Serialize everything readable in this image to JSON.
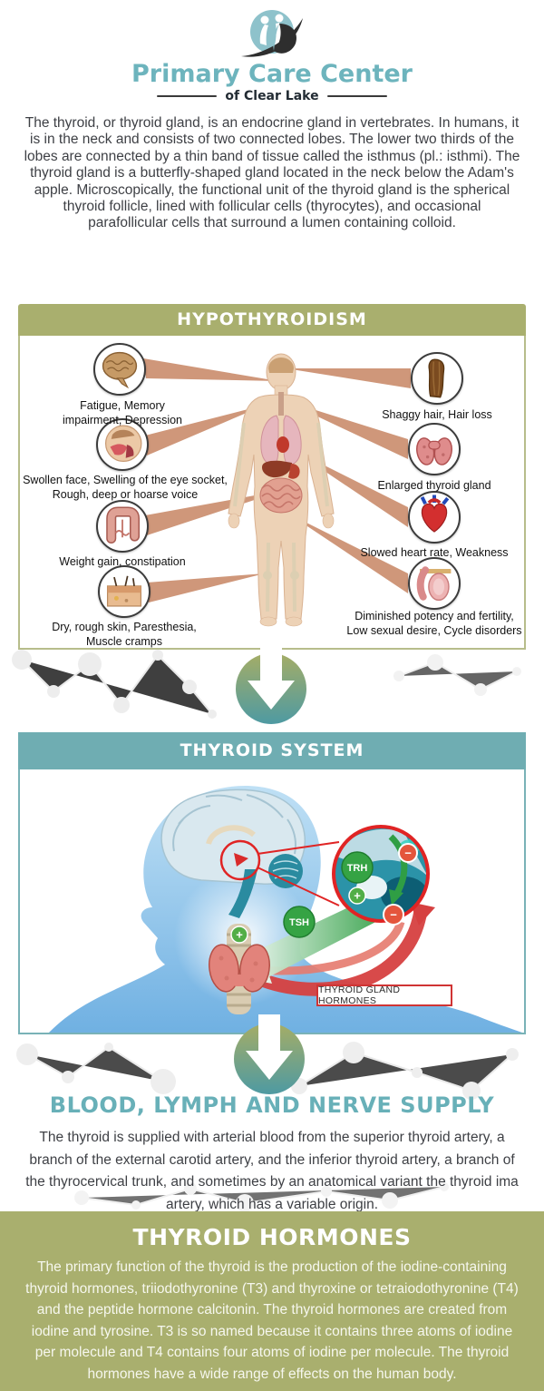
{
  "logo": {
    "name": "Primary Care Center",
    "tagline": "of Clear Lake"
  },
  "intro_text": "The thyroid, or thyroid gland, is an endocrine gland in vertebrates. In humans, it is in the neck and consists of two connected lobes. The lower two thirds of the lobes are connected by a thin band of tissue called the isthmus (pl.: isthmi). The thyroid gland is a butterfly-shaped gland located in the neck below the Adam's apple. Microscopically, the functional unit of the thyroid gland is the spherical thyroid follicle, lined with follicular cells (thyrocytes), and occasional parafollicular cells that surround a lumen containing colloid.",
  "hypothyroidism": {
    "title": "HYPOTHYROIDISM",
    "left": [
      {
        "icon": "brain-icon",
        "label": "Fatigue, Memory impairment, Depression"
      },
      {
        "icon": "head-cross-section-icon",
        "label": "Swollen face, Swelling of the eye socket, Rough, deep or hoarse voice"
      },
      {
        "icon": "intestine-icon",
        "label": "Weight gain, constipation"
      },
      {
        "icon": "skin-icon",
        "label": "Dry, rough skin, Paresthesia, Muscle cramps"
      }
    ],
    "right": [
      {
        "icon": "hair-icon",
        "label": "Shaggy hair, Hair loss"
      },
      {
        "icon": "thyroid-gland-icon",
        "label": "Enlarged thyroid gland"
      },
      {
        "icon": "heart-icon",
        "label": "Slowed heart rate, Weakness"
      },
      {
        "icon": "reproductive-organs-icon",
        "label": "Diminished potency and fertility, Low sexual desire, Cycle disorders"
      }
    ]
  },
  "thyroid_system": {
    "title": "THYROID SYSTEM",
    "trh_label": "TRH",
    "tsh_label": "TSH",
    "plus_label": "+",
    "minus_label": "−",
    "hormones_box_label": "THYROID GLAND HORMONES"
  },
  "blood_supply": {
    "title": "BLOOD, LYMPH AND NERVE SUPPLY",
    "text": "The thyroid is supplied with arterial blood from the superior thyroid artery, a branch of the external carotid artery, and the inferior thyroid artery, a branch of the thyrocervical trunk, and sometimes by an anatomical variant the thyroid ima artery, which has a variable origin."
  },
  "thyroid_hormones": {
    "title": "THYROID HORMONES",
    "text": "The primary function of the thyroid is the production of the iodine-containing thyroid hormones, triiodothyronine (T3) and thyroxine or tetraiodothyronine (T4) and the peptide hormone calcitonin. The thyroid hormones are created from iodine and tyrosine. T3 is so named because it contains three atoms of iodine per molecule and T4 contains four atoms of iodine per molecule. The thyroid hormones have a wide range of effects on the human body."
  },
  "colors": {
    "olive_bar": "#a9af6e",
    "teal_bar": "#6fadb2",
    "heading_teal": "#68b0b8",
    "logo_teal": "#6db4bd",
    "connector_salmon": "#cf977a",
    "body_text": "#3e4045",
    "arrow_gradient_top": "#a5ad66",
    "arrow_gradient_bottom": "#4e9aa2"
  }
}
